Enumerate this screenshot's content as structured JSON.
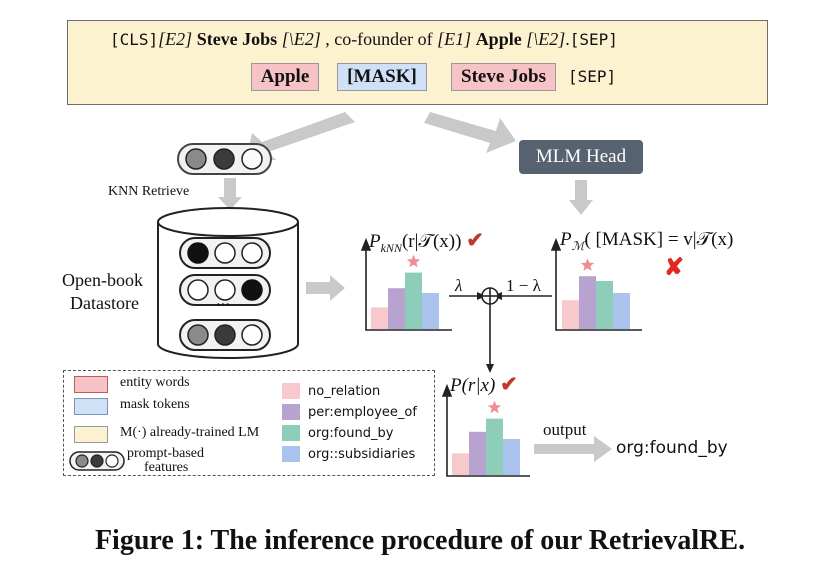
{
  "input_sentence": {
    "tokens": [
      {
        "text": "[CLS]",
        "style": "mono"
      },
      {
        "text": "[E2]",
        "style": "math"
      },
      {
        "text": "Steve Jobs",
        "style": "bold"
      },
      {
        "text": "[\\E2]",
        "style": "math"
      },
      {
        "text": ", co-founder of",
        "style": "plain"
      },
      {
        "text": "[E1]",
        "style": "math"
      },
      {
        "text": "Apple",
        "style": "bold"
      },
      {
        "text": "[\\E2]",
        "style": "math"
      },
      {
        "text": ".",
        "style": "plain"
      },
      {
        "text": "[SEP]",
        "style": "mono"
      }
    ]
  },
  "prompt_tokens": {
    "apple": "Apple",
    "mask": "[MASK]",
    "steve_jobs": "Steve Jobs",
    "sep": "[SEP]"
  },
  "mlm_head": "MLM Head",
  "knn_retrieve": "KNN Retrieve",
  "datastore": {
    "line1": "Open-book",
    "line2": "Datastore"
  },
  "datastore_ellipsis": "···",
  "knn_chart": {
    "label_main": "P",
    "label_sub": "kNN",
    "label_args": "(r|𝒯(x))",
    "mark": "✔"
  },
  "mlm_chart": {
    "label_main": "P",
    "label_sub": "ℳ",
    "label_args": "( [MASK] = v|𝒯(x)",
    "mark": "✘"
  },
  "final_chart": {
    "label": "P(r|x)",
    "mark": "✔"
  },
  "lambda": "λ",
  "one_minus_lambda": "1 − λ",
  "output_label": "output",
  "output_value": "org:found_by",
  "legend": {
    "entity": "entity words",
    "mask": "mask tokens",
    "lm": "M(·) already-trained LM",
    "prompt_line1": "prompt-based",
    "prompt_line2": "features",
    "relations": [
      "no_relation",
      "per:employee_of",
      "org:found_by",
      "org::subsidiaries"
    ]
  },
  "colors": {
    "entity": "#f6c4c6",
    "mask": "#cfe1f7",
    "lm": "#fdf2cf",
    "mlm_head": "#566270",
    "no_relation": "#f7c9cd",
    "per_employee_of": "#b8a2d0",
    "org_found_by": "#8ecdb9",
    "org_subsidiaries": "#a9c3ec",
    "check": "#c0392b",
    "cross": "#e2281f",
    "star": "#ef8d92"
  },
  "caption": "Figure 1: The inference procedure of our RetrievalRE.",
  "chart_data": [
    {
      "type": "bar",
      "title": "P_kNN(r|T(x))",
      "categories": [
        "no_relation",
        "per:employee_of",
        "org:found_by",
        "org::subsidiaries"
      ],
      "values": [
        0.18,
        0.34,
        0.47,
        0.3
      ],
      "highlight": "org:found_by"
    },
    {
      "type": "bar",
      "title": "P_M( [MASK] = v|T(x)",
      "categories": [
        "no_relation",
        "per:employee_of",
        "org:found_by",
        "org::subsidiaries"
      ],
      "values": [
        0.24,
        0.44,
        0.4,
        0.3
      ],
      "highlight": "per:employee_of"
    },
    {
      "type": "bar",
      "title": "P(r|x)",
      "categories": [
        "no_relation",
        "per:employee_of",
        "org:found_by",
        "org::subsidiaries"
      ],
      "values": [
        0.18,
        0.36,
        0.47,
        0.3
      ],
      "highlight": "org:found_by"
    }
  ]
}
